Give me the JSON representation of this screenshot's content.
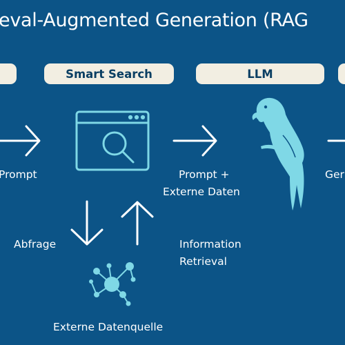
{
  "title": "rieval-Augmented Generation (RAG",
  "stages": {
    "left_stub": "",
    "smart_search": "Smart Search",
    "llm": "LLM",
    "right_stub": ""
  },
  "labels": {
    "prompt": "Prompt",
    "prompt_plus_line1": "Prompt +",
    "prompt_plus_line2": "Externe Daten",
    "abfrage": "Abfrage",
    "info_line1": "Information",
    "info_line2": "Retrieval",
    "datenquelle": "Externe Datenquelle",
    "right_partial": "Ger"
  },
  "colors": {
    "background": "#0c5487",
    "pill_background": "#f2eee2",
    "pill_text": "#0b3f63",
    "icon_cyan": "#7fd8e6",
    "arrow_white": "#ffffff"
  },
  "icons": [
    "browser-search-icon",
    "parrot-icon",
    "network-nodes-icon",
    "arrow-right-icon",
    "arrow-down-icon",
    "arrow-up-icon"
  ]
}
